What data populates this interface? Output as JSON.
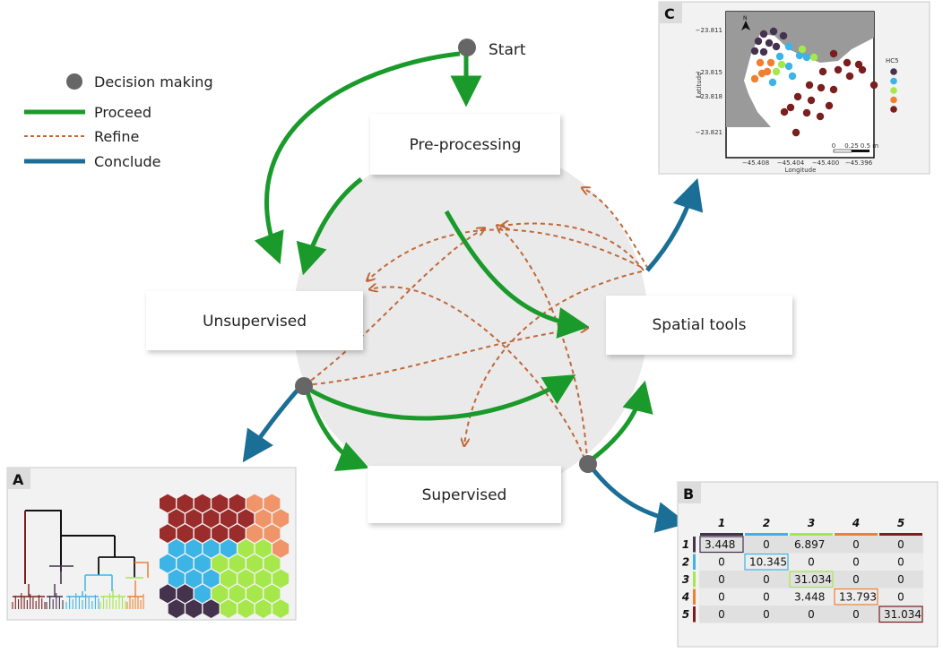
{
  "legend": {
    "decision": "Decision making",
    "proceed": "Proceed",
    "refine": "Refine",
    "conclude": "Conclude"
  },
  "colors": {
    "proceed": "#1a9a2a",
    "refine": "#c0693a",
    "conclude": "#1b6f96",
    "node": "#666666",
    "circle": "#eaeaea"
  },
  "steps": {
    "start": "Start",
    "preprocessing": "Pre-processing",
    "unsupervised": "Unsupervised",
    "supervised": "Supervised",
    "spatial": "Spatial tools"
  },
  "panel_a": {
    "label": "A",
    "hex_colors": [
      "#9b2c2c",
      "#f0956a",
      "#3cb4e6",
      "#a6e84c",
      "#45334d"
    ]
  },
  "panel_b": {
    "label": "B",
    "headers": [
      "1",
      "2",
      "3",
      "4",
      "5"
    ],
    "row_labels": [
      "1",
      "2",
      "3",
      "4",
      "5"
    ],
    "class_colors": [
      "#45334d",
      "#3cb4e6",
      "#a6e84c",
      "#f08030",
      "#7a1f1f"
    ],
    "values": [
      [
        "3.448",
        "0",
        "6.897",
        "0",
        "0"
      ],
      [
        "0",
        "10.345",
        "0",
        "0",
        "0"
      ],
      [
        "0",
        "0",
        "31.034",
        "0",
        "0"
      ],
      [
        "0",
        "0",
        "3.448",
        "13.793",
        "0"
      ],
      [
        "0",
        "0",
        "0",
        "0",
        "31.034"
      ]
    ]
  },
  "panel_c": {
    "label": "C",
    "north": "N",
    "ylabel": "Latitude",
    "xlabel": "Longitude",
    "yticks": [
      "−23.811",
      "−23.815",
      "−23.818",
      "−23.821"
    ],
    "xticks": [
      "−45.408",
      "−45.404",
      "−45.400",
      "−45.396"
    ],
    "legend_title": "HC5",
    "legend_colors": [
      "#45334d",
      "#3cb4e6",
      "#a6e84c",
      "#f08030",
      "#7a1f1f"
    ],
    "scale": [
      "0",
      "0.25",
      "0.5 m"
    ]
  }
}
